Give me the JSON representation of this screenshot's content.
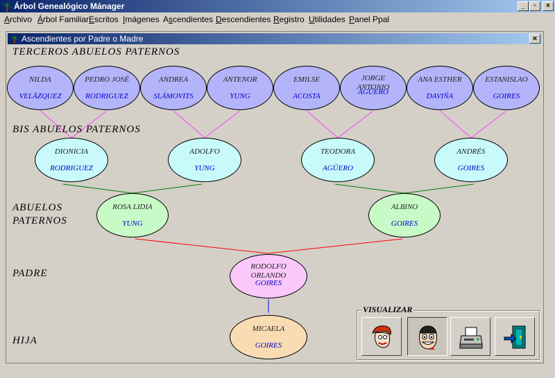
{
  "window": {
    "title": "Árbol Genealógico Mánager",
    "controls": [
      "_",
      "▫",
      "×"
    ]
  },
  "menu": [
    {
      "pre": "",
      "ul": "A",
      "post": "rchivo"
    },
    {
      "pre": "",
      "ul": "Á",
      "post": "rbol Familiar"
    },
    {
      "pre": "",
      "ul": "E",
      "post": "scritos"
    },
    {
      "pre": "",
      "ul": "I",
      "post": "mágenes"
    },
    {
      "pre": "A",
      "ul": "s",
      "post": "cendientes"
    },
    {
      "pre": "",
      "ul": "D",
      "post": "escendientes"
    },
    {
      "pre": "",
      "ul": "R",
      "post": "egistro"
    },
    {
      "pre": "",
      "ul": "U",
      "post": "tilidades"
    },
    {
      "pre": "",
      "ul": "P",
      "post": "anel Ppal"
    }
  ],
  "child_window": {
    "title": "Ascendientes por Padre o Madre",
    "close": "×"
  },
  "generations": {
    "g3": "TERCEROS ABUELOS PATERNOS",
    "g2": "BIS ABUELOS PATERNOS",
    "g1a": "ABUELOS",
    "g1b": "PATERNOS",
    "p": "PADRE",
    "c": "HIJA"
  },
  "people": {
    "g3": [
      {
        "first": "NILDA",
        "last": "VELÁZQUEZ"
      },
      {
        "first": "PEDRO JOSÉ",
        "last": "RODRIGUEZ"
      },
      {
        "first": "ANDREA",
        "last": "SLÁMOVITS"
      },
      {
        "first": "ANTENOR",
        "last": "YUNG"
      },
      {
        "first": "EMILSE",
        "last": "ACOSTA"
      },
      {
        "first": "JORGE ANTONIO",
        "last": "AGÜERO"
      },
      {
        "first": "ANA ESTHER",
        "last": "DAVIÑA"
      },
      {
        "first": "ESTANISLAO",
        "last": "GOIRES"
      }
    ],
    "g2": [
      {
        "first": "DIONICIA",
        "last": "RODRIGUEZ"
      },
      {
        "first": "ADOLFO",
        "last": "YUNG"
      },
      {
        "first": "TEODORA",
        "last": "AGÜERO"
      },
      {
        "first": "ANDRÉS",
        "last": "GOIRES"
      }
    ],
    "g1": [
      {
        "first": "ROSA LIDIA",
        "last": "YUNG"
      },
      {
        "first": "ALBINO",
        "last": "GOIRES"
      }
    ],
    "p": {
      "first": "RODOLFO ORLANDO",
      "last": "GOIRES"
    },
    "c": {
      "first": "MICAELA",
      "last": "GOIRES"
    }
  },
  "visualizar": {
    "label": "VISUALIZAR",
    "buttons": [
      "wilma-face-icon",
      "fred-face-icon",
      "printer-icon",
      "exit-door-icon"
    ]
  },
  "colors": {
    "g3": "#b4b4fa",
    "g2": "#c8fafa",
    "g1": "#c8fac8",
    "p": "#fac8fa",
    "c": "#fadcb4",
    "line_g3": "#ff40ff",
    "line_g2": "#008000",
    "line_g1": "#ff0000",
    "line_p": "#0000ff"
  }
}
